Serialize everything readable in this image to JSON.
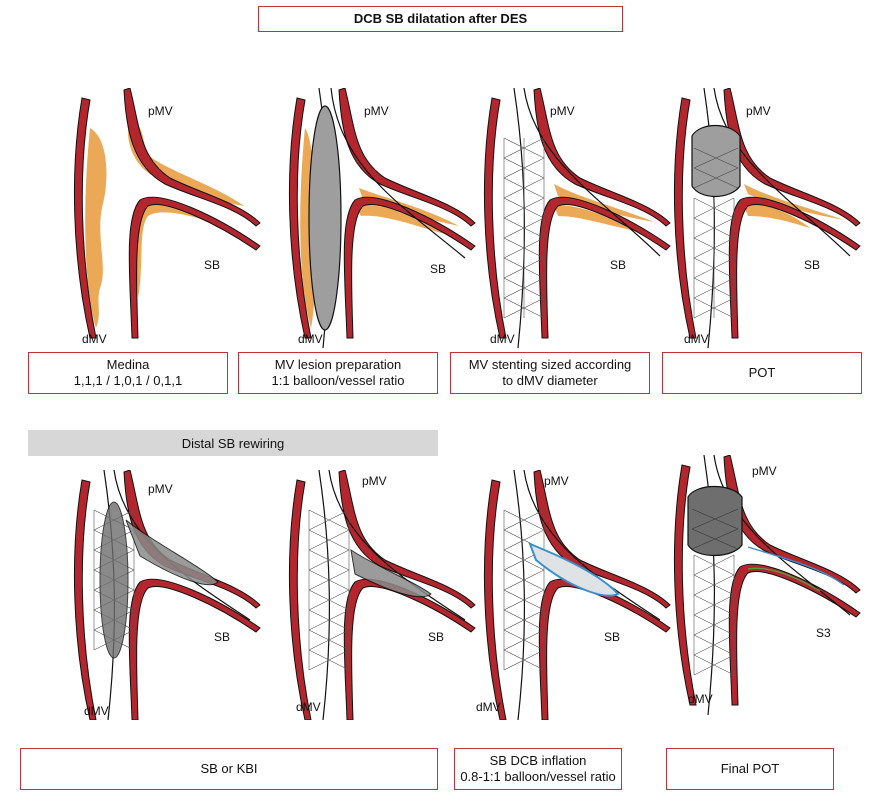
{
  "title": "DCB SB dilatation after DES",
  "labels": {
    "pmv": "pMV",
    "dmv": "dMV",
    "sb": "SB",
    "sb_alt": "S3"
  },
  "row1_captions": [
    {
      "line1": "Medina",
      "line2": "1,1,1 / 1,0,1 / 0,1,1"
    },
    {
      "line1": "MV lesion preparation",
      "line2": "1:1 balloon/vessel ratio"
    },
    {
      "line1": "MV stenting sized according",
      "line2": "to dMV diameter"
    },
    {
      "line1": "POT",
      "line2": ""
    }
  ],
  "row2_header": "Distal SB rewiring",
  "row2_captions": [
    {
      "line1": "SB or KBI",
      "line2": ""
    },
    {
      "line1": "SB DCB inflation",
      "line2": "0.8-1:1 balloon/vessel ratio"
    },
    {
      "line1": "Final POT",
      "line2": ""
    }
  ],
  "colors": {
    "vessel_wall": "#b3262d",
    "plaque": "#e89a3a",
    "balloon": "#9e9e9e",
    "dcb_outline": "#3a8fd0",
    "frame": "#c0333a",
    "header_bar": "#d7d7d7"
  }
}
